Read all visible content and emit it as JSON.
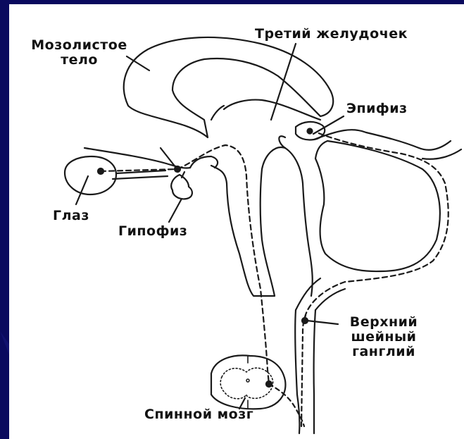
{
  "colors": {
    "slide_background": "#0a0a5e",
    "panel": "#ffffff",
    "line": "#1a1a1a"
  },
  "labels": {
    "corpus_callosum": "Мозолистое\nтело",
    "third_ventricle": "Третий желудочек",
    "pineal": "Эпифиз",
    "eye": "Глаз",
    "pituitary": "Гипофиз",
    "ganglion": "Верхний\nшейный\nганглий",
    "spinal_cord": "Спинной мозг"
  }
}
